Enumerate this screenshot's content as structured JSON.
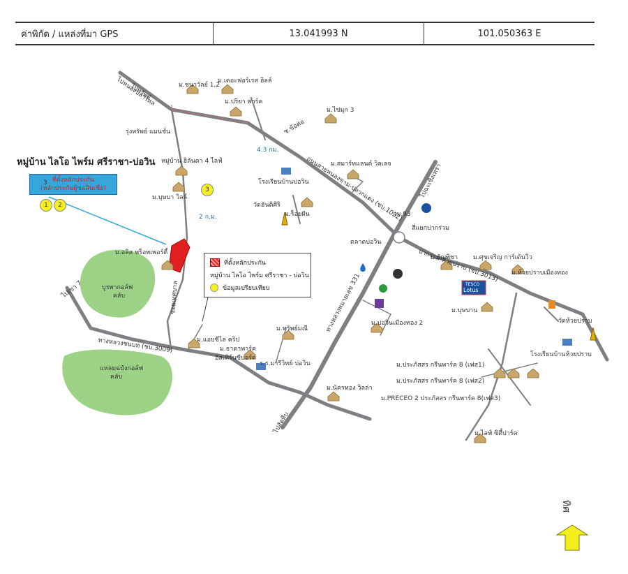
{
  "header": {
    "label": "ค่าพิกัด / แหล่งที่มา GPS",
    "latitude": "13.041993 N",
    "longitude": "101.050363 E"
  },
  "title": "หมู่บ้าน ไลโอ ไพร์ม ศรีราชา-บ่อวิน",
  "info_box": {
    "line1": "ที่ตั้งหลักประกัน",
    "line2": "(หลักประกันผู้ขอสินเชื่อ)"
  },
  "markers": {
    "m1": "1",
    "m2": "2",
    "m3": "3",
    "m4": "3"
  },
  "legend": {
    "collateral": "ที่ตั้งหลักประกัน",
    "project": "หมู่บ้าน ไลโอ ไพร์ม ศรีราชา - บ่อวิน",
    "comparison": "ข้อมูลเปรียบเทียบ"
  },
  "roads": {
    "to_pluak_daeng": "ไปหนองปลาไหล",
    "to_rayong": "ไปทรัพย์",
    "road_3009": "ทางหลวงชนบท (ชบ.3009)",
    "route_331": "ทางหลวงหมายเลข 331",
    "road_1032": "ถนนสายหนองขาม-ปลวกแดง (ชบ.1032)",
    "road_3013": "ปากร่วม-ห้วยปราบ (ชบ.3013)",
    "soi_2": "ซ.ข้อต่อ",
    "to_rama7": "ไปเขา 7",
    "to_sattahip": "ไปสัตหีบ",
    "to_chachoengsao": "ไปฉะเชิงเทรา",
    "local_road": "ซอยเทศบาล"
  },
  "distances": {
    "d1": "4.3 กม.",
    "d2": "2 ก.ม."
  },
  "places": {
    "p1": "ม.ชนาวัลย์ 1,2",
    "p2": "ม.เดอะฟอร์เรส ฮิลล์",
    "p3": "ม.ปริยา พาร์ค",
    "p4": "ม.ไข่มุก 3",
    "p5": "รุ่งทรัพย์ แมนชั่น",
    "p6": "หมู่บ้าน ฮิลันดา 4 ไลฟ์",
    "p7": "ม.บุษบา วิลล์",
    "p8": "ม.สมาร์ทแลนด์ วิลเลจ",
    "p9": "โรงเรียนบ้านบ่อวิน",
    "p10": "วัดฮันติศิริ",
    "p11": "ม.ร็อยฝัน",
    "p12": "กม.93",
    "p13": "สี่แยกปากร่วม",
    "p14": "ตลาดบ่อวิน",
    "p15": "ม.อลิส พร็อพเพอร์ตี้",
    "p16": "บูรพากอล์ฟ",
    "p17": "คลับ",
    "p18": "ม.ธัญพิชา",
    "p19": "ม.ศุขเจริญ การ์เด้นวิว",
    "p20": "ม.ห้วยปราบเมืองทอง",
    "p21": "Lotus",
    "p22": "ม.บุษบาน",
    "p23": "ม.บ่อวินเมืองทอง 2",
    "p24": "วัดห้วยปราบ",
    "p25": "โรงเรียนบ้านห้วยปราบ",
    "p26": "ม.แอบซีไล คริป",
    "p27": "ม.ทรัพย์มณี",
    "p28": "ม.ธาดาพาร์ค",
    "p29": "อีสเทิร์นซีบอร์ด",
    "p30": "ร.ร.มารีวิทย์ บ่อวิน",
    "p31": "แหลมฉบังกอล์ฟ",
    "p32": "คลับ",
    "p33": "ม.ประภัสสร กรีนพาร์ค 8 (เฟส1)",
    "p34": "ม.ประภัสสร กรีนพาร์ค 8 (เฟส2)",
    "p35": "ม.PRECEO 2 ประภัสสร กรีนพาร์ค 8(เฟส3)",
    "p36": "ม.นัครทอง วิลล่า",
    "p37": "ม.ไลฟ์ ซิตี้ปาร์ค",
    "p38": "TESCO"
  },
  "north_label": "ทิศ",
  "colors": {
    "road": "#7d7f82",
    "golf": "#9bd286",
    "info_box": "#37a6dd",
    "collateral": "#e02020",
    "north_arrow": "#f3ee1c"
  }
}
